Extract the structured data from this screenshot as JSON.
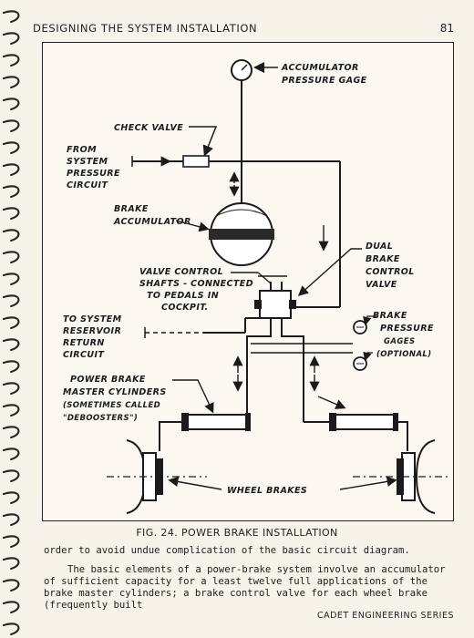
{
  "header": {
    "running_head": "DESIGNING THE SYSTEM INSTALLATION",
    "page_number": "81"
  },
  "figure": {
    "caption": "FIG. 24. POWER BRAKE INSTALLATION",
    "labels": {
      "accumulator_gage_1": "ACCUMULATOR",
      "accumulator_gage_2": "PRESSURE GAGE",
      "check_valve": "CHECK VALVE",
      "from_1": "FROM",
      "from_2": "SYSTEM",
      "from_3": "PRESSURE",
      "from_4": "CIRCUIT",
      "brake_acc_1": "BRAKE",
      "brake_acc_2": "ACCUMULATOR",
      "dual_1": "DUAL",
      "dual_2": "BRAKE",
      "dual_3": "CONTROL",
      "dual_4": "VALVE",
      "valve_ctrl_1": "VALVE CONTROL",
      "valve_ctrl_2": "SHAFTS - CONNECTED",
      "valve_ctrl_3": "TO PEDALS IN",
      "valve_ctrl_4": "COCKPIT.",
      "to_sys_1": "TO SYSTEM",
      "to_sys_2": "RESERVOIR",
      "to_sys_3": "RETURN",
      "to_sys_4": "CIRCUIT",
      "bp_1": "BRAKE",
      "bp_2": "PRESSURE",
      "bp_3": "GAGES",
      "bp_4": "(OPTIONAL)",
      "pbm_1": "POWER BRAKE",
      "pbm_2": "MASTER CYLINDERS",
      "pbm_3": "(SOMETIMES CALLED",
      "pbm_4": "\"DEBOOSTERS\")",
      "wheel_brakes": "WHEEL BRAKES"
    }
  },
  "body": {
    "line1": "order to avoid undue complication of the basic circuit diagram.",
    "para2": "The basic elements of a power-brake system involve an accumulator of sufficient capacity for a least twelve full applications of the brake master cylinders; a brake control valve for each wheel brake (frequently built"
  },
  "footer": {
    "series": "CADET ENGINEERING SERIES"
  }
}
